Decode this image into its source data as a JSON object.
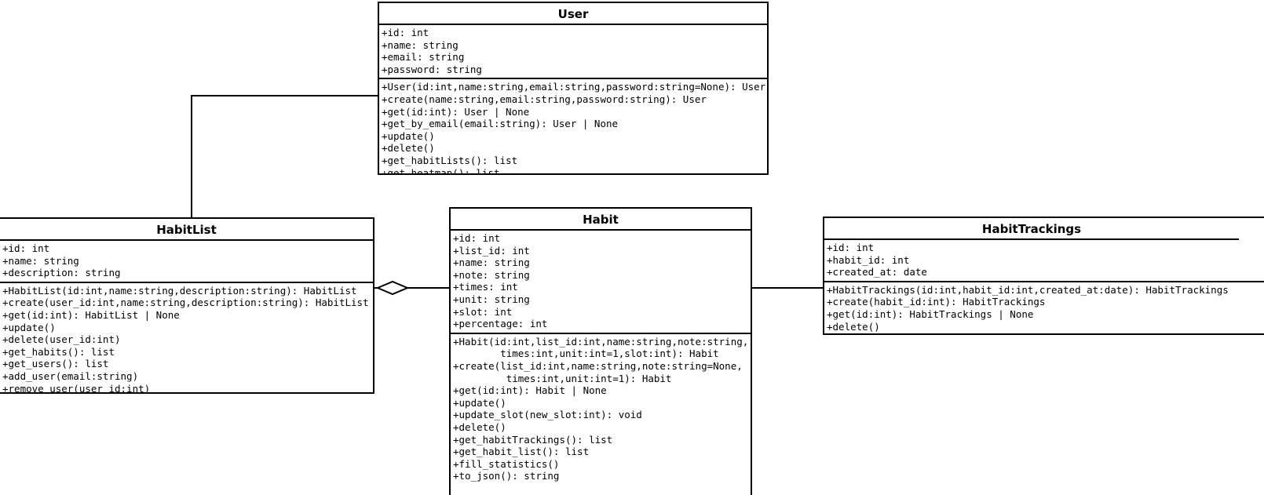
{
  "diagram": {
    "type": "uml-class-diagram",
    "background": "#ffffff",
    "line_color": "#000000",
    "classes": [
      {
        "id": "user",
        "name": "User",
        "attributes": [
          "+id: int",
          "+name: string",
          "+email: string",
          "+password: string"
        ],
        "methods": [
          "+User(id:int,name:string,email:string,password:string=None): User",
          "+create(name:string,email:string,password:string): User",
          "+get(id:int): User | None",
          "+get_by_email(email:string): User | None",
          "+update()",
          "+delete()",
          "+get_habitLists(): list",
          "+get_heatmap(): list"
        ]
      },
      {
        "id": "habitlist",
        "name": "HabitList",
        "attributes": [
          "+id: int",
          "+name: string",
          "+description: string"
        ],
        "methods": [
          "+HabitList(id:int,name:string,description:string): HabitList",
          "+create(user_id:int,name:string,description:string): HabitList",
          "+get(id:int): HabitList | None",
          "+update()",
          "+delete(user_id:int)",
          "+get_habits(): list",
          "+get_users(): list",
          "+add_user(email:string)",
          "+remove_user(user_id:int)"
        ]
      },
      {
        "id": "habit",
        "name": "Habit",
        "attributes": [
          "+id: int",
          "+list_id: int",
          "+name: string",
          "+note: string",
          "+times: int",
          "+unit: string",
          "+slot: int",
          "+percentage: int"
        ],
        "methods": [
          "+Habit(id:int,list_id:int,name:string,note:string,",
          "        times:int,unit:int=1,slot:int): Habit",
          "+create(list_id:int,name:string,note:string=None,",
          "         times:int,unit:int=1): Habit",
          "+get(id:int): Habit | None",
          "+update()",
          "+update_slot(new_slot:int): void",
          "+delete()",
          "+get_habitTrackings(): list",
          "+get_habit_list(): list",
          "+fill_statistics()",
          "+to_json(): string"
        ]
      },
      {
        "id": "habittrackings",
        "name": "HabitTrackings",
        "attributes": [
          "+id: int",
          "+habit_id: int",
          "+created_at: date"
        ],
        "methods": [
          "+HabitTrackings(id:int,habit_id:int,created_at:date): HabitTrackings",
          "+create(habit_id:int): HabitTrackings",
          "+get(id:int): HabitTrackings | None",
          "+delete()"
        ]
      }
    ],
    "relationships": [
      {
        "id": "user-habitlist",
        "from": "User",
        "to": "HabitList",
        "kind": "association",
        "decorator": "none"
      },
      {
        "id": "habitlist-habit",
        "from": "HabitList",
        "to": "Habit",
        "kind": "aggregation",
        "decorator": "hollow-diamond"
      },
      {
        "id": "habit-habittrackings",
        "from": "Habit",
        "to": "HabitTrackings",
        "kind": "association",
        "decorator": "none"
      }
    ]
  }
}
